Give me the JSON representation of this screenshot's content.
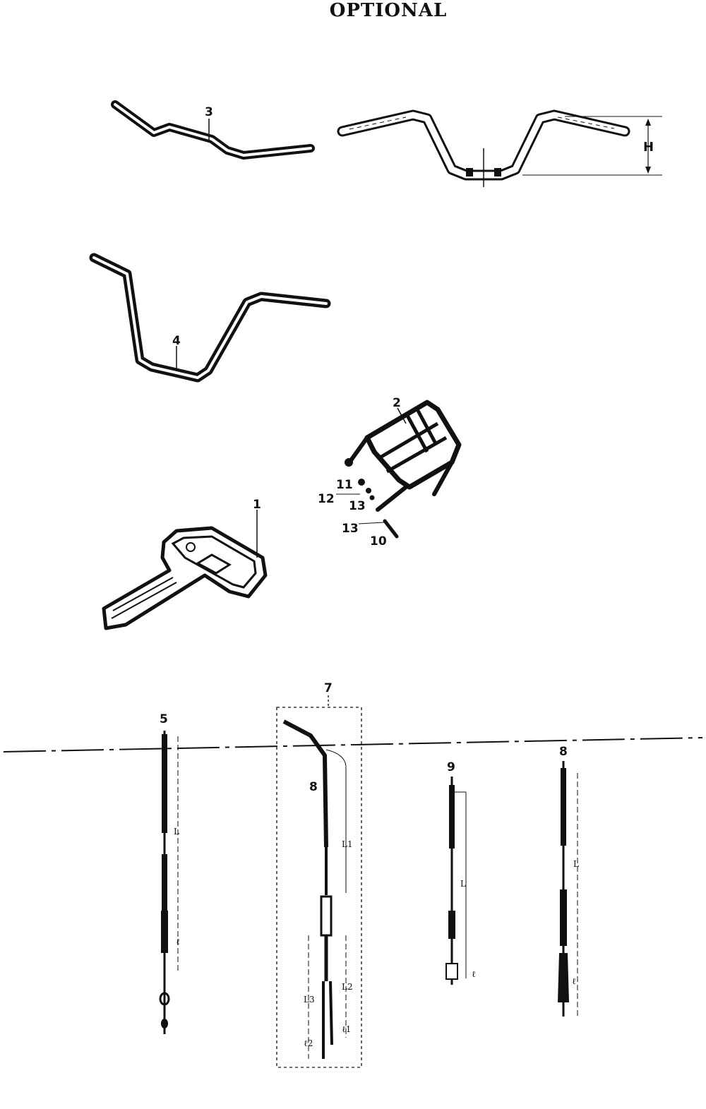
{
  "title": "OPTIONAL",
  "callouts": {
    "key": "1",
    "carrier": "2",
    "handlebar_low": "3",
    "handlebar_high": "4",
    "cable_left": "5",
    "cable_group": "7",
    "cable_group_inner": "8",
    "cable_short": "9",
    "cable_right": "8",
    "screw_a": "11",
    "washer": "12",
    "nut_a": "13",
    "nut_b": "13",
    "bolt": "10"
  },
  "dimensions": {
    "height": "H",
    "length": "L",
    "length_1": "L1",
    "length_2": "L2",
    "length_3": "L3",
    "ell": "ℓ",
    "ell_1": "ℓ1",
    "ell_2": "ℓ2"
  }
}
